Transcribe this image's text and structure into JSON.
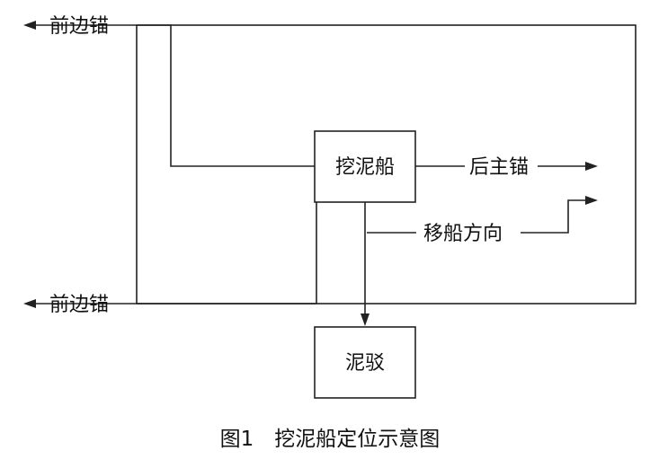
{
  "diagram": {
    "anchors": {
      "front_anchor_top": "前边锚",
      "front_anchor_bottom": "前边锚",
      "main_anchor": "后主锚"
    },
    "boxes": {
      "dredger": "挖泥船",
      "mud_barge": "泥驳"
    },
    "direction_label": "移船方向",
    "caption": "图1　挖泥船定位示意图"
  }
}
